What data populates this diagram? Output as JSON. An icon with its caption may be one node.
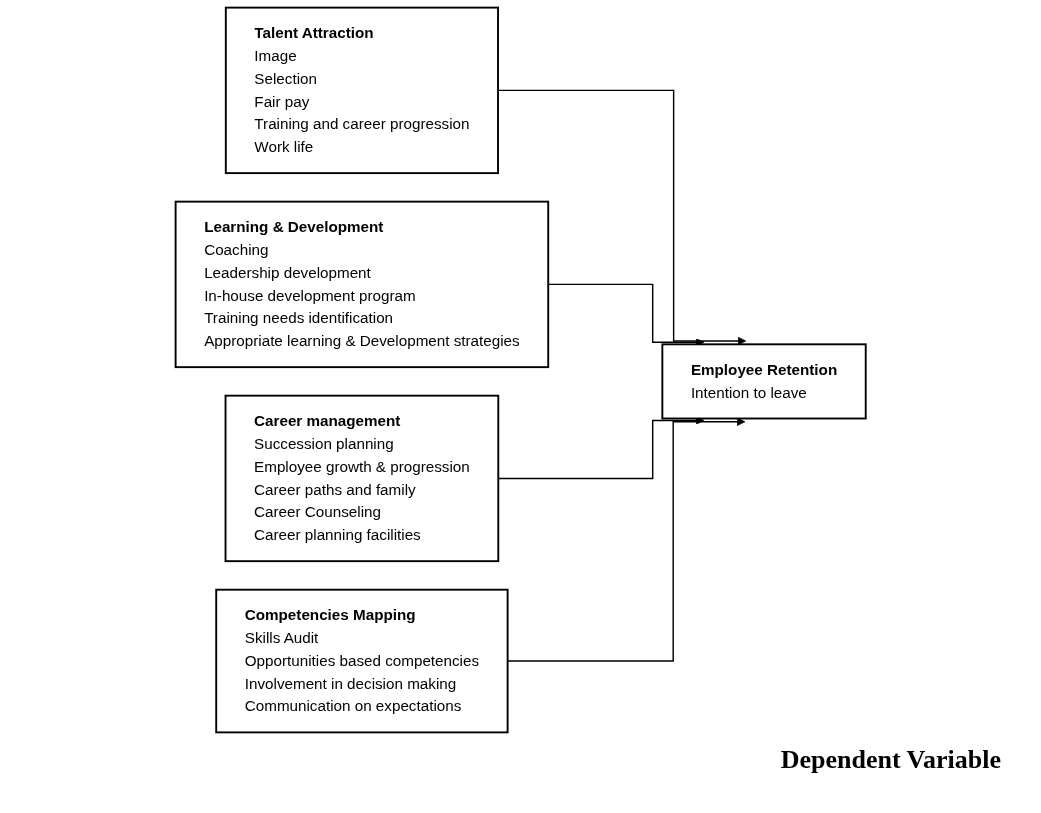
{
  "diagram": {
    "nodes": [
      {
        "text": [
          "Talent Attraction",
          "Image",
          "Selection",
          "Fair pay",
          "Training and career progression",
          "Work life"
        ]
      },
      {
        "text": [
          "Learning & Development",
          "Coaching",
          "Leadership development",
          "In-house development program",
          "Training needs identification",
          "Appropriate learning & Development strategies"
        ]
      },
      {
        "text": [
          "Career management",
          "Succession planning",
          "Employee growth & progression",
          "Career paths and family",
          "Career Counseling",
          "Career planning facilities"
        ]
      },
      {
        "text": [
          "Competencies Mapping",
          "Skills Audit",
          "Opportunities based competencies",
          "Involvement in decision making",
          "Communication on expectations"
        ]
      },
      {
        "text": [
          "Employee Retention",
          "Intention to leave"
        ]
      }
    ],
    "edges": [
      {
        "from": 0,
        "to": 4,
        "arrow": "to"
      },
      {
        "from": 1,
        "to": 4,
        "arrow": "to"
      },
      {
        "from": 2,
        "to": 4,
        "arrow": "to"
      },
      {
        "from": 3,
        "to": 4,
        "arrow": "to"
      }
    ],
    "labels": [
      "Dependent Variable"
    ]
  }
}
